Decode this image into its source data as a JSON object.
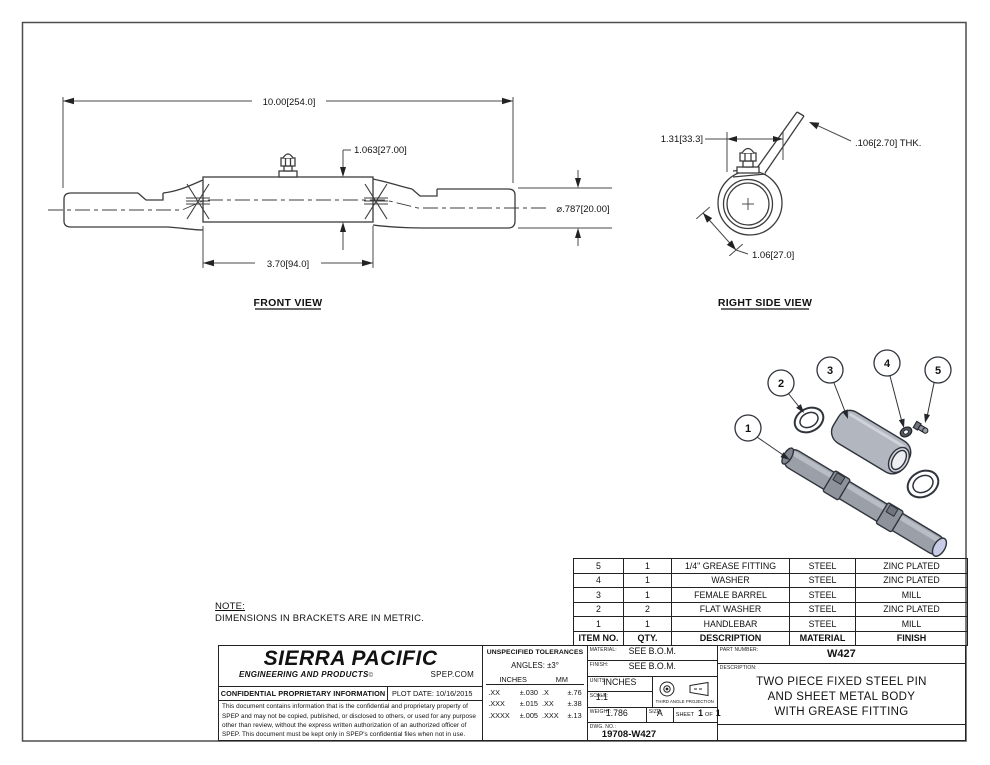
{
  "views": {
    "front": {
      "label": "FRONT VIEW",
      "dim_overall": "10.00[254.0]",
      "dim_height": "1.063[27.00]",
      "dim_dia": "⌀.787[20.00]",
      "dim_barrel": "3.70[94.0]"
    },
    "right_side": {
      "label": "RIGHT SIDE VIEW",
      "dim_width": "1.31[33.3]",
      "dim_thk": ".106[2.70] THK.",
      "dim_wrap": "1.06[27.0]"
    },
    "exploded": {
      "balloons": [
        "1",
        "2",
        "3",
        "4",
        "5"
      ]
    }
  },
  "note": {
    "title": "NOTE:",
    "text": "DIMENSIONS IN BRACKETS ARE IN METRIC."
  },
  "bom": {
    "headers": [
      "ITEM NO.",
      "QTY.",
      "DESCRIPTION",
      "MATERIAL",
      "FINISH"
    ],
    "rows": [
      [
        "5",
        "1",
        "1/4\" GREASE FITTING",
        "STEEL",
        "ZINC PLATED"
      ],
      [
        "4",
        "1",
        "WASHER",
        "STEEL",
        "ZINC PLATED"
      ],
      [
        "3",
        "1",
        "FEMALE BARREL",
        "STEEL",
        "MILL"
      ],
      [
        "2",
        "2",
        "FLAT WASHER",
        "STEEL",
        "ZINC PLATED"
      ],
      [
        "1",
        "1",
        "HANDLEBAR",
        "STEEL",
        "MILL"
      ]
    ]
  },
  "title_block": {
    "company": "SIERRA PACIFIC",
    "tagline": "ENGINEERING AND PRODUCTS",
    "regmark": "©",
    "website": "SPEP.COM",
    "confidential": "CONFIDENTIAL PROPRIETARY INFORMATION",
    "plot_date": "PLOT DATE: 10/16/2015",
    "legal": "This document contains information that is the confidential and proprietary property of SPEP and may not be copied, published, or disclosed to others, or used for any purpose other than review, without the express written authorization of an authorized officer of SPEP. This document must be kept only in SPEP's confidential files when not in use.",
    "tolerances": {
      "title": "UNSPECIFIED TOLERANCES",
      "angles": "ANGLES: ±3°",
      "col_inches": "INCHES",
      "col_mm": "MM",
      "rows": [
        [
          ".XX",
          "±.030",
          ".X",
          "±.76"
        ],
        [
          ".XXX",
          "±.015",
          ".XX",
          "±.38"
        ],
        [
          ".XXXX",
          "±.005",
          ".XXX",
          "±.13"
        ]
      ]
    },
    "material_label": "MATERIAL:",
    "material": "SEE B.O.M.",
    "finish_label": "FINISH:",
    "finish": "SEE B.O.M.",
    "units_label": "UNITS:",
    "units": "INCHES",
    "scale_label": "SCALE:",
    "scale": "1:1",
    "projection": "THIRD ANGLE PROJECTION",
    "weight_label": "WEIGHT:",
    "weight": "1.786",
    "size_label": "SIZE:",
    "size": "A",
    "sheet_label": "SHEET",
    "sheet": "1",
    "sheet_of": "OF",
    "sheet_total": "1",
    "dwg_label": "DWG. NO.:",
    "dwg_no": "19708-W427",
    "part_number_label": "PART NUMBER:",
    "part_number": "W427",
    "description_label": "DESCRIPTION:",
    "description_lines": [
      "TWO PIECE FIXED STEEL PIN",
      "AND SHEET METAL BODY",
      "WITH GREASE FITTING"
    ]
  }
}
